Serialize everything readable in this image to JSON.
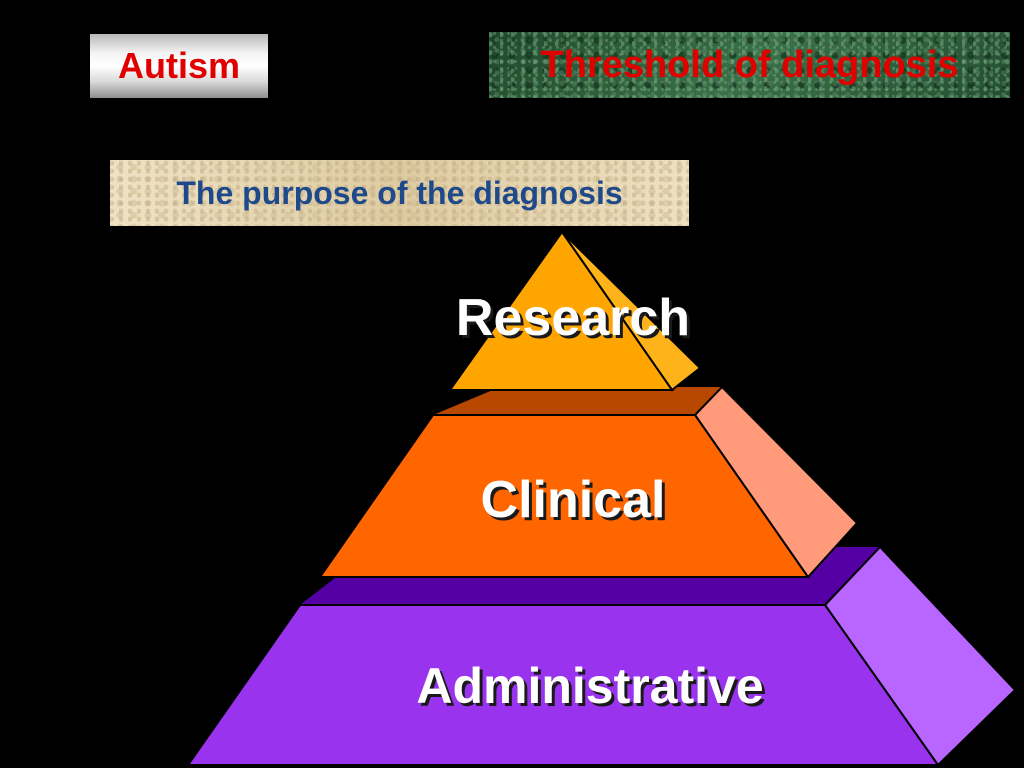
{
  "slide": {
    "topic_label": "Autism",
    "heading": "Threshold of diagnosis",
    "subheading": "The purpose of the diagnosis"
  },
  "pyramid": {
    "tiers": [
      {
        "label": "Research",
        "front_color": "#ffa500",
        "side_color": "#ffb31a",
        "top_color": "#ffa500"
      },
      {
        "label": "Clinical",
        "front_color": "#ff6600",
        "side_color": "#ff9a7a",
        "top_color": "#b84700"
      },
      {
        "label": "Administrative",
        "front_color": "#9933ee",
        "side_color": "#b866ff",
        "top_color": "#5500a5"
      }
    ]
  },
  "colors": {
    "background": "#000000",
    "title_text": "#e00000",
    "subheading_text": "#1e4a8c",
    "tier_text": "#ffffff"
  }
}
